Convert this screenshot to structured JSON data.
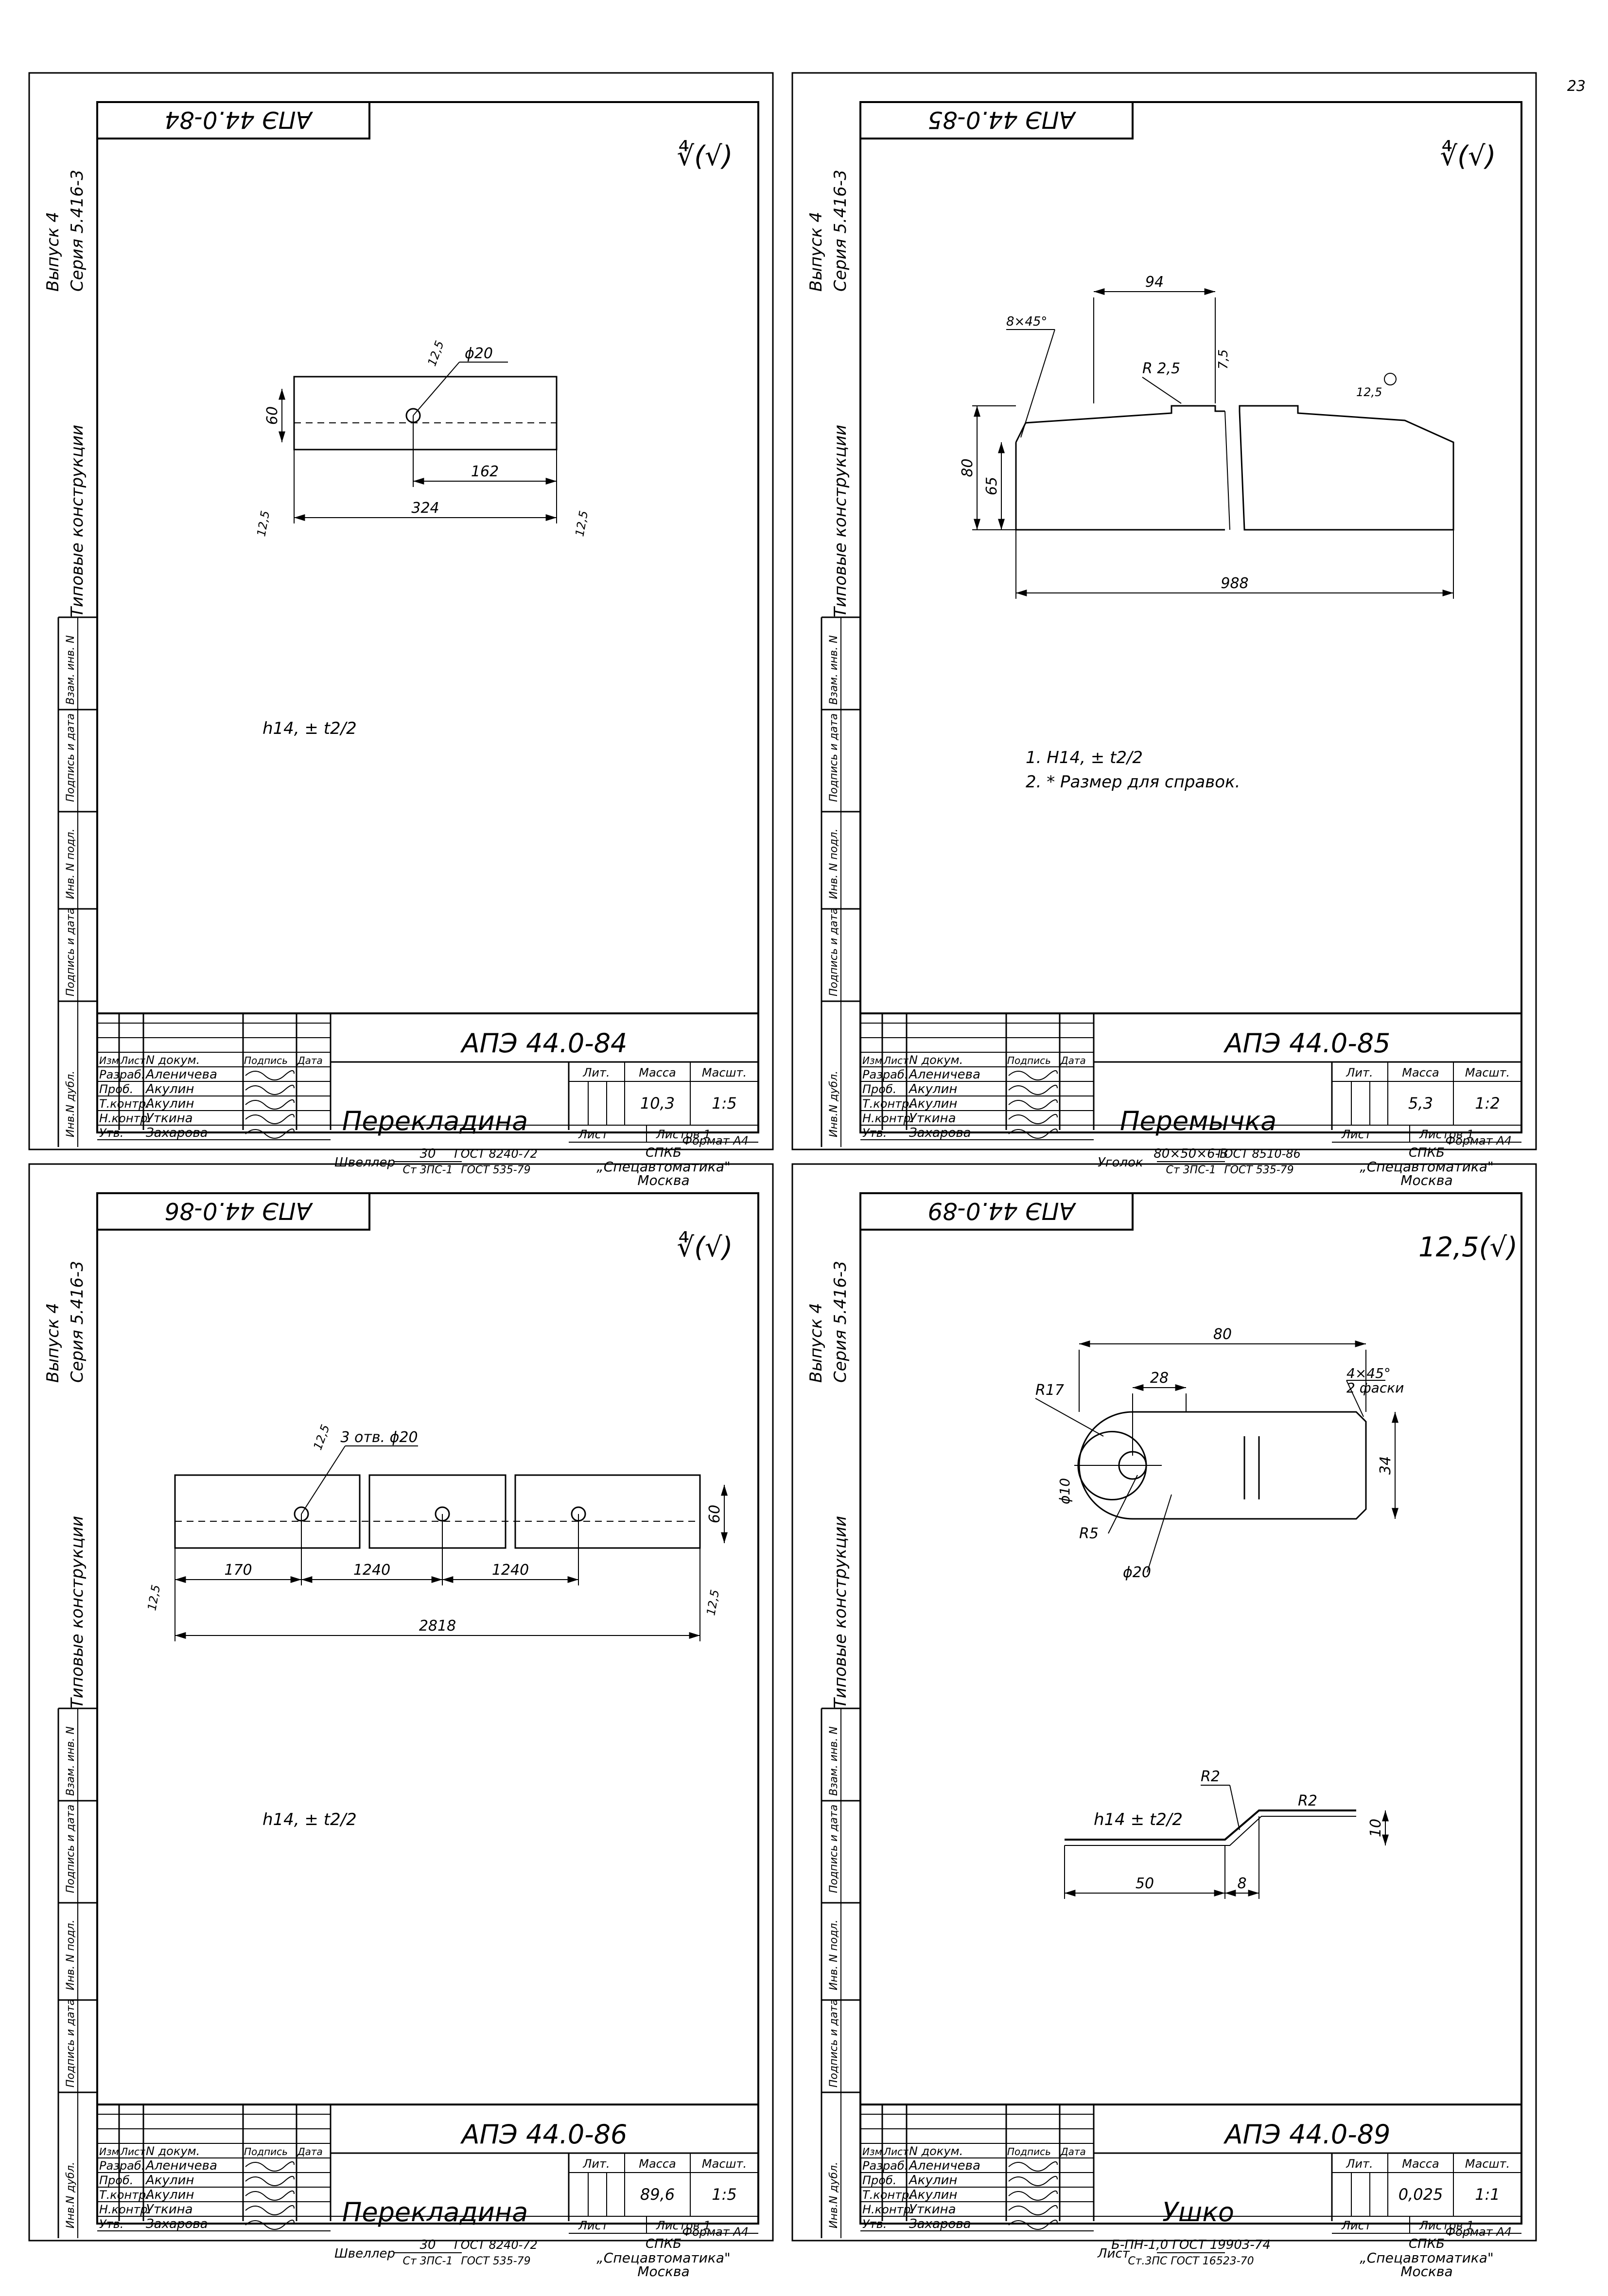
{
  "page": {
    "page_number": "23"
  },
  "side_labels": {
    "vypusk": "Выпуск 4",
    "seria": "Серия 5.416-3",
    "typical": "Типовые конструкции"
  },
  "side_cells": [
    "Взам. инв. N",
    "Подпись и дата",
    "Инв. N подл.",
    "Подпись и дата",
    "Инв.N дубл."
  ],
  "tb_headers": {
    "izm": "Изм",
    "list": "Лист",
    "ndokum": "N докум.",
    "podpis": "Подпись",
    "data": "Дата",
    "razrab": "Разраб.",
    "prob": "Проб.",
    "tkontr": "Т.контр.",
    "nkontr": "Н.контр.",
    "utv": "Утв.",
    "lit": "Лит.",
    "massa": "Масса",
    "masht": "Масшт.",
    "listl": "Лист",
    "listov": "Листов",
    "format": "Формат А4",
    "org1": "СПКБ",
    "org2": "„Спецавтоматика\"",
    "org3": "Москва"
  },
  "people": {
    "razrab": "Аленичева",
    "prob": "Акулин",
    "tkontr": "Акулин",
    "nkontr": "Уткина",
    "utv": "Захарова"
  },
  "sheets": [
    {
      "code": "АПЭ 44.0-84",
      "title": "Перекладина",
      "mass": "10,3",
      "scale": "1:5",
      "listov": "1",
      "material": "Швеллер",
      "mat_num": "30",
      "mat_den": "Ст 3ПС-1",
      "gost1": "ГОСТ 8240-72",
      "gost2": "ГОСТ 535-79",
      "roughness": "∜(√)",
      "notes": [
        "h14, ± t2/2"
      ],
      "dims": {
        "d": "ϕ20",
        "r": "12,5",
        "h": "60",
        "a": "162",
        "l": "324",
        "r2": "12,5",
        "r3": "12,5"
      }
    },
    {
      "code": "АПЭ 44.0-85",
      "title": "Перемычка",
      "mass": "5,3",
      "scale": "1:2",
      "listov": "1",
      "material": "Уголок",
      "mat_num": "80×50×6-В",
      "mat_den": "Ст 3ПС-1",
      "gost1": "ГОСТ 8510-86",
      "gost2": "ГОСТ 535-79",
      "roughness": "∜(√)",
      "notes": [
        "1. H14, ± t2/2",
        "2. * Размер для справок."
      ],
      "dims": {
        "a": "94",
        "ch": "8×45°",
        "r": "R 2,5",
        "b": "7,5",
        "h1": "80",
        "h2": "65",
        "l": "988",
        "rr": "12,5"
      }
    },
    {
      "code": "АПЭ 44.0-86",
      "title": "Перекладина",
      "mass": "89,6",
      "scale": "1:5",
      "listov": "1",
      "material": "Швеллер",
      "mat_num": "30",
      "mat_den": "Ст 3ПС-1",
      "gost1": "ГОСТ 8240-72",
      "gost2": "ГОСТ 535-79",
      "roughness": "∜(√)",
      "notes": [
        "h14, ± t2/2"
      ],
      "dims": {
        "holes": "3 отв. ϕ20",
        "r": "12,5",
        "a": "170",
        "b": "1240",
        "c": "1240",
        "h": "60",
        "l": "2818",
        "r2": "12,5",
        "r3": "12,5"
      }
    },
    {
      "code": "АПЭ 44.0-89",
      "title": "Ушко",
      "mass": "0,025",
      "scale": "1:1",
      "listov": "1",
      "material": "Лист",
      "mat_num": "Б-ПН-1,0 ГОСТ 19903-74",
      "mat_den": "Ст.3ПС ГОСТ 16523-70",
      "gost1": "",
      "gost2": "",
      "roughness": "12,5(√)",
      "notes": [
        "h14 ± t2/2"
      ],
      "dims": {
        "a": "80",
        "b": "28",
        "ch": "4×45°",
        "ch2": "2 фаски",
        "r17": "R17",
        "d10": "ϕ10",
        "h": "34",
        "r5": "R5",
        "d20": "ϕ20",
        "r2a": "R2",
        "r2b": "R2",
        "t": "10",
        "l": "50",
        "s": "8"
      }
    }
  ]
}
